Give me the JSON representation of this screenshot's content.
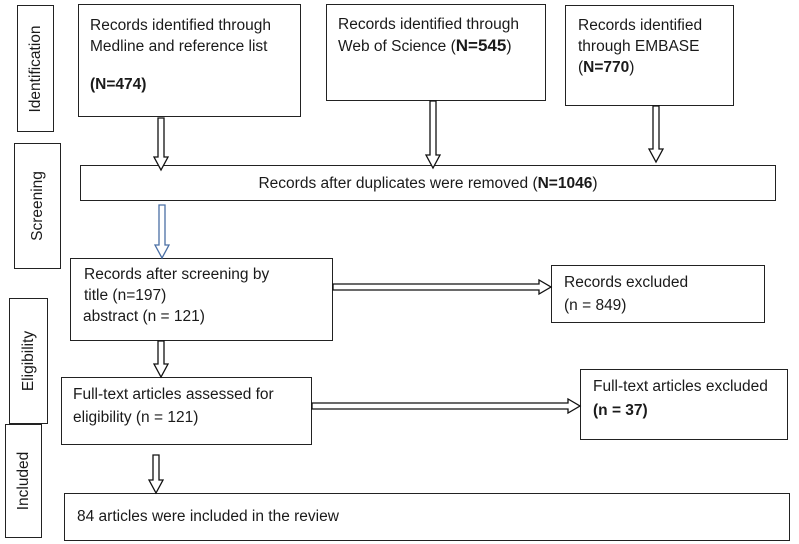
{
  "stages": {
    "identification": "Identification",
    "screening": "Screening",
    "eligibility": "Eligibility",
    "included": "Included"
  },
  "boxes": {
    "medline": {
      "line1": "Records identified through",
      "line2": "Medline and reference list",
      "count": "(N=474)"
    },
    "wos": {
      "line1": "Records identified through",
      "line2_prefix": "Web of Science (",
      "count": "N=545",
      "line2_suffix": ")"
    },
    "embase": {
      "line1": "Records identified",
      "line2": "through EMBASE",
      "prefix": "(",
      "count": "N=770",
      "suffix": ")"
    },
    "duplicates": {
      "prefix": "Records after duplicates were removed (",
      "count": "N=1046",
      "suffix": ")"
    },
    "screened": {
      "line1": "Records after screening by",
      "line2": " title (n=197)",
      "line3": "abstract (n = 121)"
    },
    "excluded": {
      "line1": "Records excluded",
      "line2": "(n = 849)"
    },
    "fulltext": {
      "line1": "Full-text articles assessed for",
      "line2": "eligibility (n = 121)"
    },
    "fulltext_excluded": {
      "line1": "Full-text articles excluded",
      "prefix": "(",
      "count": "n = 37)"
    },
    "included": {
      "text": "84 articles were included in the review"
    }
  },
  "colors": {
    "arrow_default": "#111111",
    "arrow_blue": "#4a6fa5",
    "border": "#222222"
  }
}
